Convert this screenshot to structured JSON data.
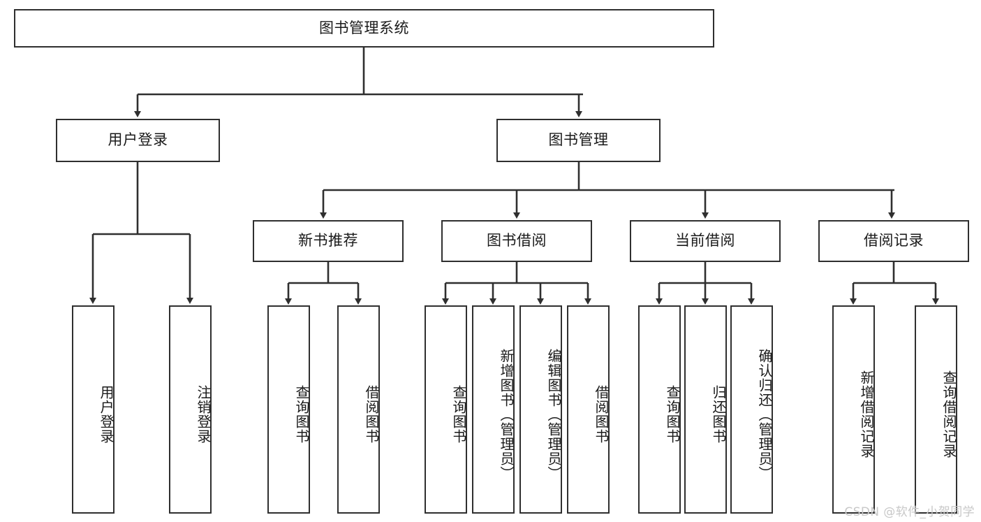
{
  "diagram": {
    "title": "图书管理系统",
    "watermark": "CSDN @软件_小贺同学",
    "line_color": "#2f2f2f",
    "box_fill": "#ffffff",
    "text_color": "#1a1a1a",
    "watermark_color": "#c8c8c8"
  },
  "nodes": {
    "root": {
      "label": "图书管理系统"
    },
    "level1": [
      {
        "label": "用户登录"
      },
      {
        "label": "图书管理"
      }
    ],
    "level2": [
      {
        "label": "新书推荐"
      },
      {
        "label": "图书借阅"
      },
      {
        "label": "当前借阅"
      },
      {
        "label": "借阅记录"
      }
    ],
    "leaves_user_login": [
      {
        "label": "用户登录"
      },
      {
        "label": "注销登录"
      }
    ],
    "leaves_new_book": [
      {
        "label": "查询图书"
      },
      {
        "label": "借阅图书"
      }
    ],
    "leaves_borrow": [
      {
        "label": "查询图书"
      },
      {
        "label": "新增图书（管理员）"
      },
      {
        "label": "编辑图书（管理员）"
      },
      {
        "label": "借阅图书"
      }
    ],
    "leaves_current": [
      {
        "label": "查询图书"
      },
      {
        "label": "归还图书"
      },
      {
        "label": "确认归还（管理员）"
      }
    ],
    "leaves_record": [
      {
        "label": "新增借阅记录"
      },
      {
        "label": "查询借阅记录"
      }
    ]
  }
}
